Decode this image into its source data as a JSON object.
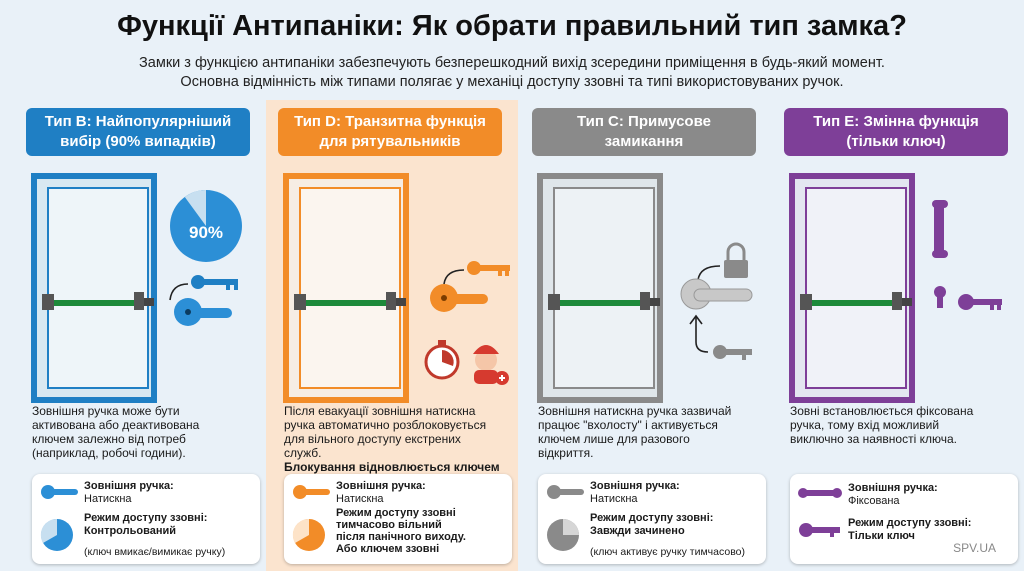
{
  "header": {
    "title": "Функції Антипаніки: Як обрати правильний тип замка?",
    "subtitle_line1": "Замки з функцією антипаніки забезпечують безперешкодний вихід зсередини приміщення в будь-який момент.",
    "subtitle_line2": "Основна відмінність між типами полягає у механіці доступу ззовні та типі використовуваних ручок."
  },
  "colors": {
    "blue": "#1f7fc4",
    "orange": "#f28c28",
    "gray": "#8a8a8a",
    "purple": "#7e3f98",
    "green": "#1d8a3a"
  },
  "columns": [
    {
      "title_line1": "Тип B: Найпопулярніший",
      "title_line2": "вибір (90% випадків)",
      "pie_label": "90%",
      "desc": [
        "Зовнішня ручка може бути",
        "активована або деактивована",
        "ключем залежно від потреб",
        "(наприклад, робочі години)."
      ],
      "card": {
        "handle_title": "Зовнішня ручка:",
        "handle_value": "Натискна",
        "mode_title": "Режим доступу ззовні:",
        "mode_value": "Контрольований",
        "mode_note": "(ключ вмикає/вимикає ручку)"
      }
    },
    {
      "title_line1": "Тип D: Транзитна функція",
      "title_line2": "для рятувальників",
      "desc": [
        "Після евакуації зовнішня натискна",
        "ручка автоматично розблоковується",
        "для вільного доступу екстрених",
        "служб."
      ],
      "desc_bold": "Блокування відновлюється ключем",
      "card": {
        "handle_title": "Зовнішня ручка:",
        "handle_value": "Натискна",
        "mode_title": "Режим доступу ззовні",
        "mode_lines": [
          "тимчасово вільний",
          "після панічного виходу.",
          "Або ключем ззовні"
        ]
      }
    },
    {
      "title_line1": "Тип C: Примусове",
      "title_line2": "замикання",
      "desc": [
        "Зовнішня натискна ручка зазвичай",
        "працює \"вхолосту\" і активується",
        "ключем лише для разового",
        "відкриття."
      ],
      "card": {
        "handle_title": "Зовнішня ручка:",
        "handle_value": "Натискна",
        "mode_title": "Режим доступу ззовні:",
        "mode_value": "Завжди зачинено",
        "mode_note": "(ключ активує ручку тимчасово)"
      }
    },
    {
      "title_line1": "Тип E: Змінна функція",
      "title_line2": "(тільки ключ)",
      "desc": [
        "Зовні встановлюється фіксована",
        "ручка, тому вхід можливий",
        "виключно за наявності ключа."
      ],
      "card": {
        "handle_title": "Зовнішня ручка:",
        "handle_value": "Фіксована",
        "mode_title": "Режим доступу ззовні:",
        "mode_value": "Тільки ключ"
      }
    }
  ],
  "credit": "SPV.UA"
}
